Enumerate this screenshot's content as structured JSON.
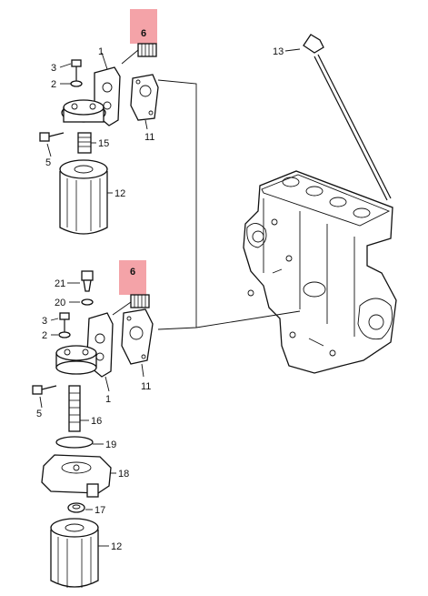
{
  "diagram": {
    "highlight_color": "#f4a3a8",
    "callouts_top": [
      "1",
      "3",
      "2",
      "5",
      "15",
      "12",
      "11",
      "13"
    ],
    "callouts_bottom": [
      "21",
      "20",
      "3",
      "2",
      "5",
      "16",
      "19",
      "18",
      "17",
      "12",
      "1",
      "11"
    ],
    "highlighted_part": "6"
  }
}
